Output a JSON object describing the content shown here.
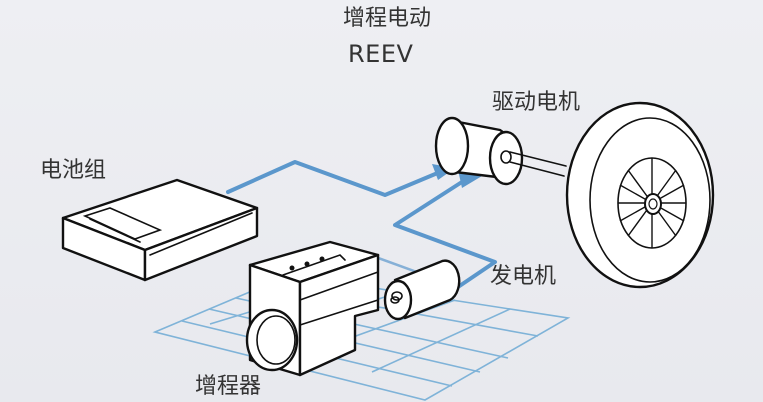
{
  "title": {
    "chinese": "增程电动",
    "english": "REEV"
  },
  "components": [
    {
      "id": "battery",
      "label": "电池组"
    },
    {
      "id": "drive-motor",
      "label": "驱动电机"
    },
    {
      "id": "generator",
      "label": "发电机"
    },
    {
      "id": "range-extender",
      "label": "增程器"
    },
    {
      "id": "wheel",
      "label": ""
    }
  ],
  "flows": [
    {
      "from": "battery",
      "to": "drive-motor"
    },
    {
      "from": "generator",
      "to": "drive-motor"
    }
  ],
  "colors": {
    "flow": "#5b97cc",
    "grid": "#7fb3d8",
    "outline": "#111111",
    "background": "#eceef2"
  }
}
